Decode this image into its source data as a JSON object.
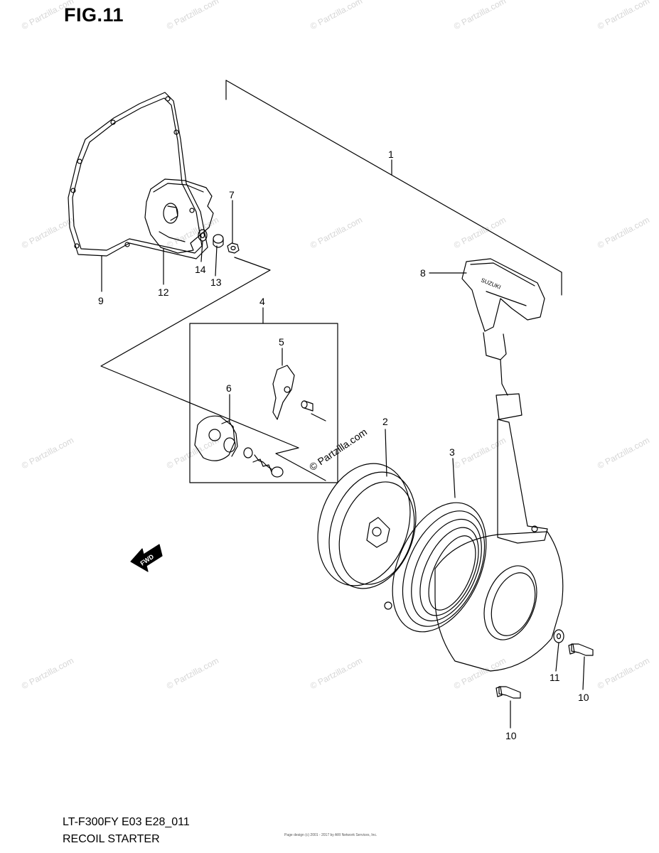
{
  "figure": {
    "title": "FIG.11",
    "footer_code": "LT-F300FY E03 E28_011",
    "footer_name": "RECOIL STARTER",
    "footer_copyright": "Page design (c) 2001 - 2017 by ARI Network Services, Inc."
  },
  "watermark": {
    "text": "© Partzilla.com",
    "center_text": "© Partzilla.com"
  },
  "callouts": [
    {
      "id": "1",
      "label": "1"
    },
    {
      "id": "2",
      "label": "2"
    },
    {
      "id": "3",
      "label": "3"
    },
    {
      "id": "4",
      "label": "4"
    },
    {
      "id": "5",
      "label": "5"
    },
    {
      "id": "6",
      "label": "6"
    },
    {
      "id": "7",
      "label": "7"
    },
    {
      "id": "8",
      "label": "8"
    },
    {
      "id": "9",
      "label": "9"
    },
    {
      "id": "10a",
      "label": "10"
    },
    {
      "id": "10b",
      "label": "10"
    },
    {
      "id": "11",
      "label": "11"
    },
    {
      "id": "12",
      "label": "12"
    },
    {
      "id": "13",
      "label": "13"
    },
    {
      "id": "14",
      "label": "14"
    }
  ],
  "direction_arrow": {
    "label": "FWD"
  },
  "handle_logo": {
    "text": "SUZUKI"
  }
}
